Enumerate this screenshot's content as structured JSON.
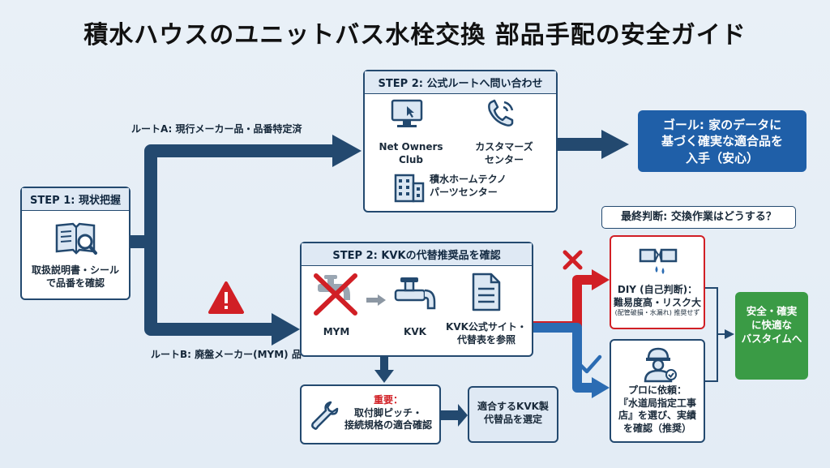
{
  "title": "積水ハウスのユニットバス水栓交換 部品手配の安全ガイド",
  "step1": {
    "header": "STEP 1: 現状把握",
    "body_l1": "取扱説明書・シール",
    "body_l2": "で品番を確認"
  },
  "route_a": "ルートA: 現行メーカー品・品番特定済",
  "route_b": "ルートB: 廃盤メーカー(MYM) 品",
  "step2a": {
    "header": "STEP 2: 公式ルートへ問い合わせ",
    "item1_l1": "Net Owners",
    "item1_l2": "Club",
    "item2_l1": "カスタマーズ",
    "item2_l2": "センター",
    "item3_l1": "積水ホームテクノ",
    "item3_l2": "パーツセンター"
  },
  "goal": {
    "l1": "ゴール: 家のデータに",
    "l2": "基づく確実な適合品を",
    "l3": "入手（安心）"
  },
  "final_question": "最終判断: 交換作業はどうする？",
  "step2b": {
    "header": "STEP 2: KVKの代替推奨品を確認",
    "mym": "MYM",
    "kvk": "KVK",
    "site_l1": "KVK公式サイト・",
    "site_l2": "代替表を参照"
  },
  "important": {
    "label": "重要：",
    "l1": "取付脚ピッチ・",
    "l2": "接続規格の適合確認"
  },
  "select": {
    "l1": "適合するKVK製",
    "l2": "代替品を選定"
  },
  "diy": {
    "l1": "DIY (自己判断)：",
    "l2": "難易度高・リスク大",
    "note": "(配管破損・水漏れ) 推奨せず"
  },
  "pro": {
    "l1": "プロに依頼：",
    "l2": "『水道局指定工事",
    "l3": "店』を選び、実績",
    "l4": "を確認（推奨）"
  },
  "safe": {
    "l1": "安全・確実",
    "l2": "に快適な",
    "l3": "バスタイムへ"
  },
  "colors": {
    "navy": "#23496f",
    "accent_blue": "#1f5fa8",
    "red": "#d11f25",
    "green": "#3a9b45"
  }
}
